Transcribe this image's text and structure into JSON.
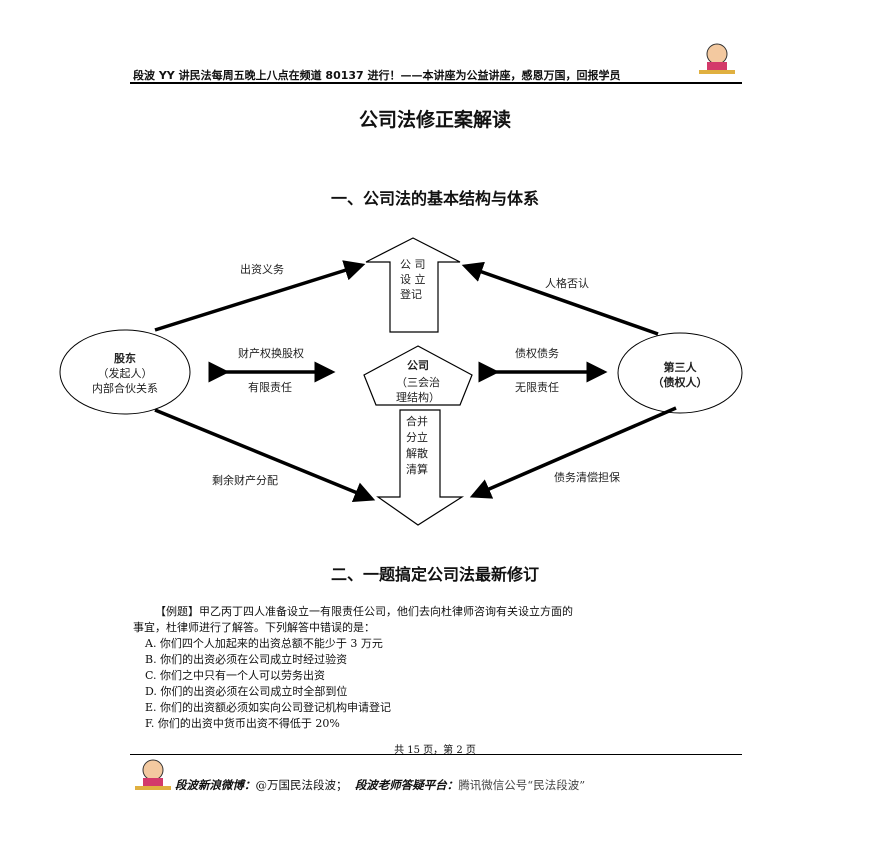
{
  "header": {
    "text": "段波 YY 讲民法每周五晚上八点在频道 80137 进行！——本讲座为公益讲座，感恩万国，回报学员"
  },
  "title": "公司法修正案解读",
  "section1": "一、公司法的基本结构与体系",
  "diagram": {
    "shareholder": {
      "name": "股东",
      "sub": "（发起人）",
      "note": "内部合伙关系"
    },
    "company": {
      "name": "公司",
      "sub1": "（三会治",
      "sub2": "理结构）"
    },
    "third_party": {
      "name": "第三人",
      "sub": "（债权人）"
    },
    "top_box": [
      "公 司",
      "设 立",
      "登记"
    ],
    "bottom_box": [
      "合并",
      "分立",
      "解散",
      "清算"
    ],
    "labels": {
      "capital_duty": "出资义务",
      "piercing": "人格否认",
      "equity_swap": "财产权换股权",
      "limited": "有限责任",
      "debt": "债权债务",
      "unlimited": "无限责任",
      "residual": "剩余财产分配",
      "guarantee": "债务清偿担保"
    }
  },
  "section2": "二、一题搞定公司法最新修订",
  "question": {
    "stem1": "【例题】甲乙丙丁四人准备设立一有限责任公司，他们去向杜律师咨询有关设立方面的",
    "stem2": "事宜，杜律师进行了解答。下列解答中错误的是：",
    "options": [
      "A. 你们四个人加起来的出资总额不能少于 3 万元",
      "B. 你们的出资必须在公司成立时经过验资",
      "C. 你们之中只有一个人可以劳务出资",
      "D. 你们的出资必须在公司成立时全部到位",
      "E. 你们的出资额必须如实向公司登记机构申请登记",
      "F. 你们的出资中货币出资不得低于 20%"
    ]
  },
  "footer": {
    "pages": "共 15 页，第 2 页",
    "weibo_label": "段波新浪微博：",
    "weibo": "@万国民法段波；",
    "qa_label": "段波老师答疑平台：",
    "qa": "腾讯微信公号“民法段波”"
  }
}
